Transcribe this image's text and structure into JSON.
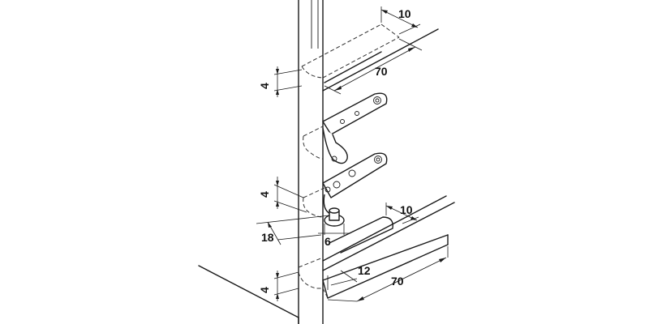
{
  "dimensions": {
    "top_width": "10",
    "top_length": "70",
    "top_depth": "4",
    "mid_depth": "4",
    "pin_offset": "18",
    "pin_diameter": "6",
    "bottom_width": "10",
    "bottom_inset": "12",
    "bottom_length": "70",
    "bottom_depth": "4"
  }
}
